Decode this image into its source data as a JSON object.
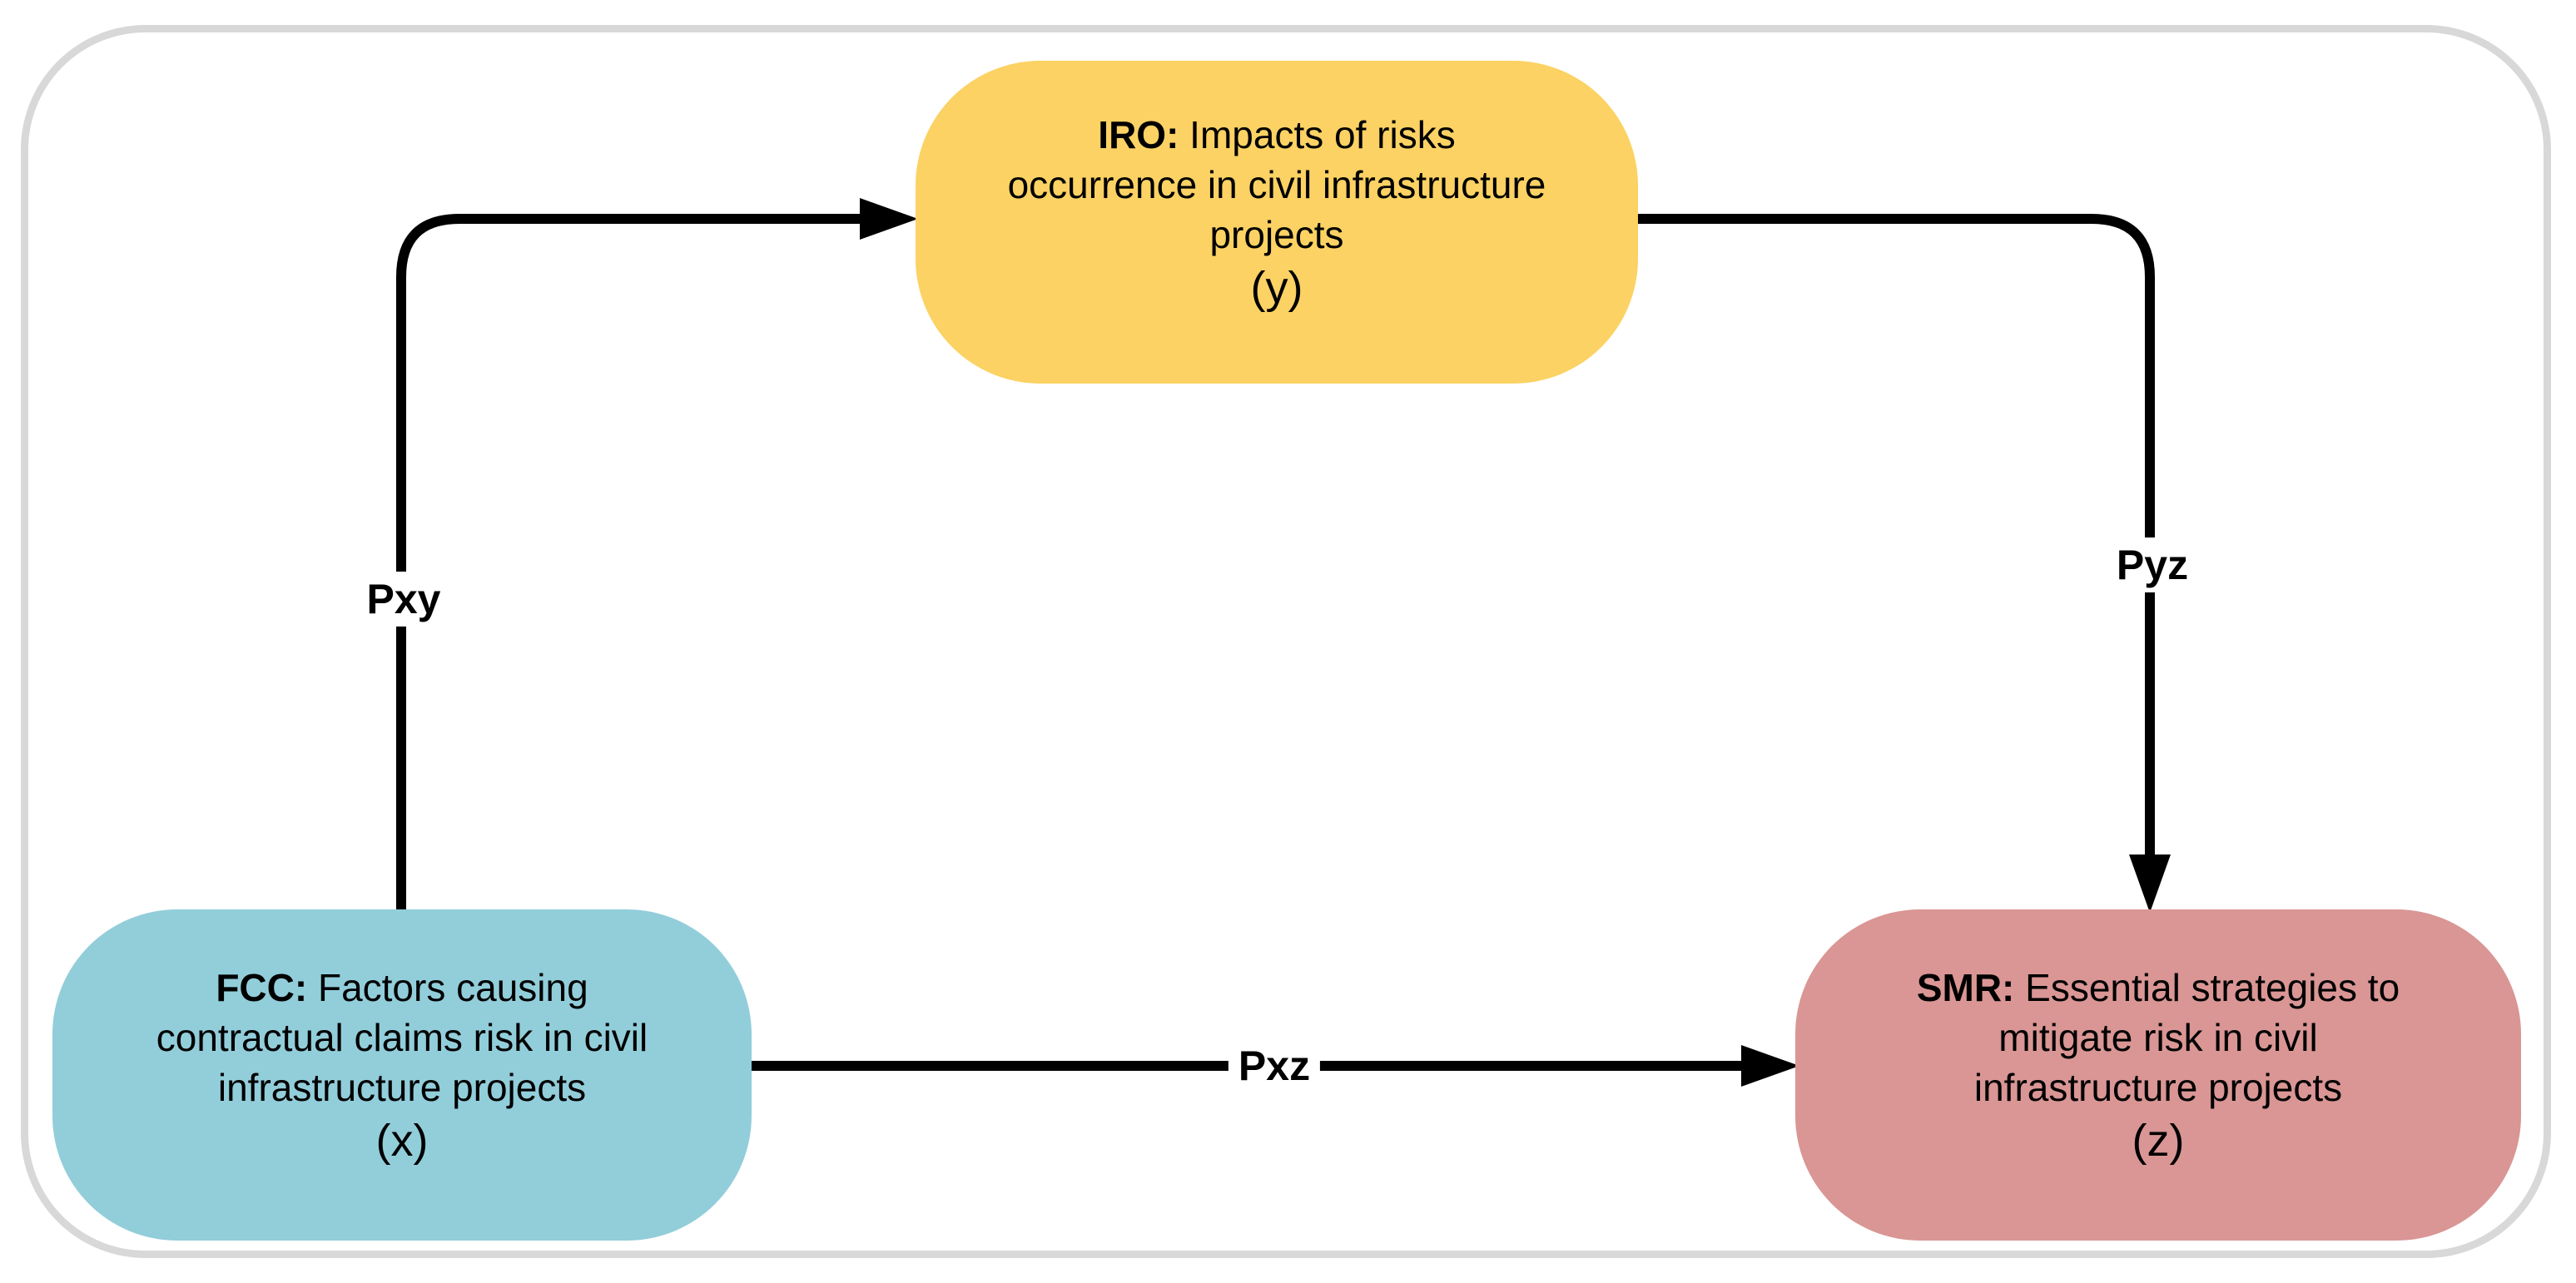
{
  "diagram": {
    "background_color": "#ffffff",
    "frame_color": "#d8d8d8",
    "connector_color": "#000000",
    "text_color": "#000000"
  },
  "nodes": [
    {
      "id": "iro",
      "abbr": "IRO:",
      "line1": " Impacts of risks",
      "line2": "occurrence in civil infrastructure",
      "line3": "projects",
      "variable": "(y)",
      "fill_color": "#FBD263"
    },
    {
      "id": "fcc",
      "abbr": "FCC:",
      "line1": " Factors causing",
      "line2": "contractual claims risk in civil",
      "line3": "infrastructure projects",
      "variable": "(x)",
      "fill_color": "#92CDDA"
    },
    {
      "id": "smr",
      "abbr": "SMR:",
      "line1": " Essential strategies to",
      "line2": "mitigate risk in civil",
      "line3": "infrastructure projects",
      "variable": "(z)",
      "fill_color": "#D99694"
    }
  ],
  "edges": [
    {
      "id": "pxy",
      "label": "Pxy",
      "from": "fcc",
      "to": "iro"
    },
    {
      "id": "pyz",
      "label": "Pyz",
      "from": "iro",
      "to": "smr"
    },
    {
      "id": "pxz",
      "label": "Pxz",
      "from": "fcc",
      "to": "smr"
    }
  ]
}
